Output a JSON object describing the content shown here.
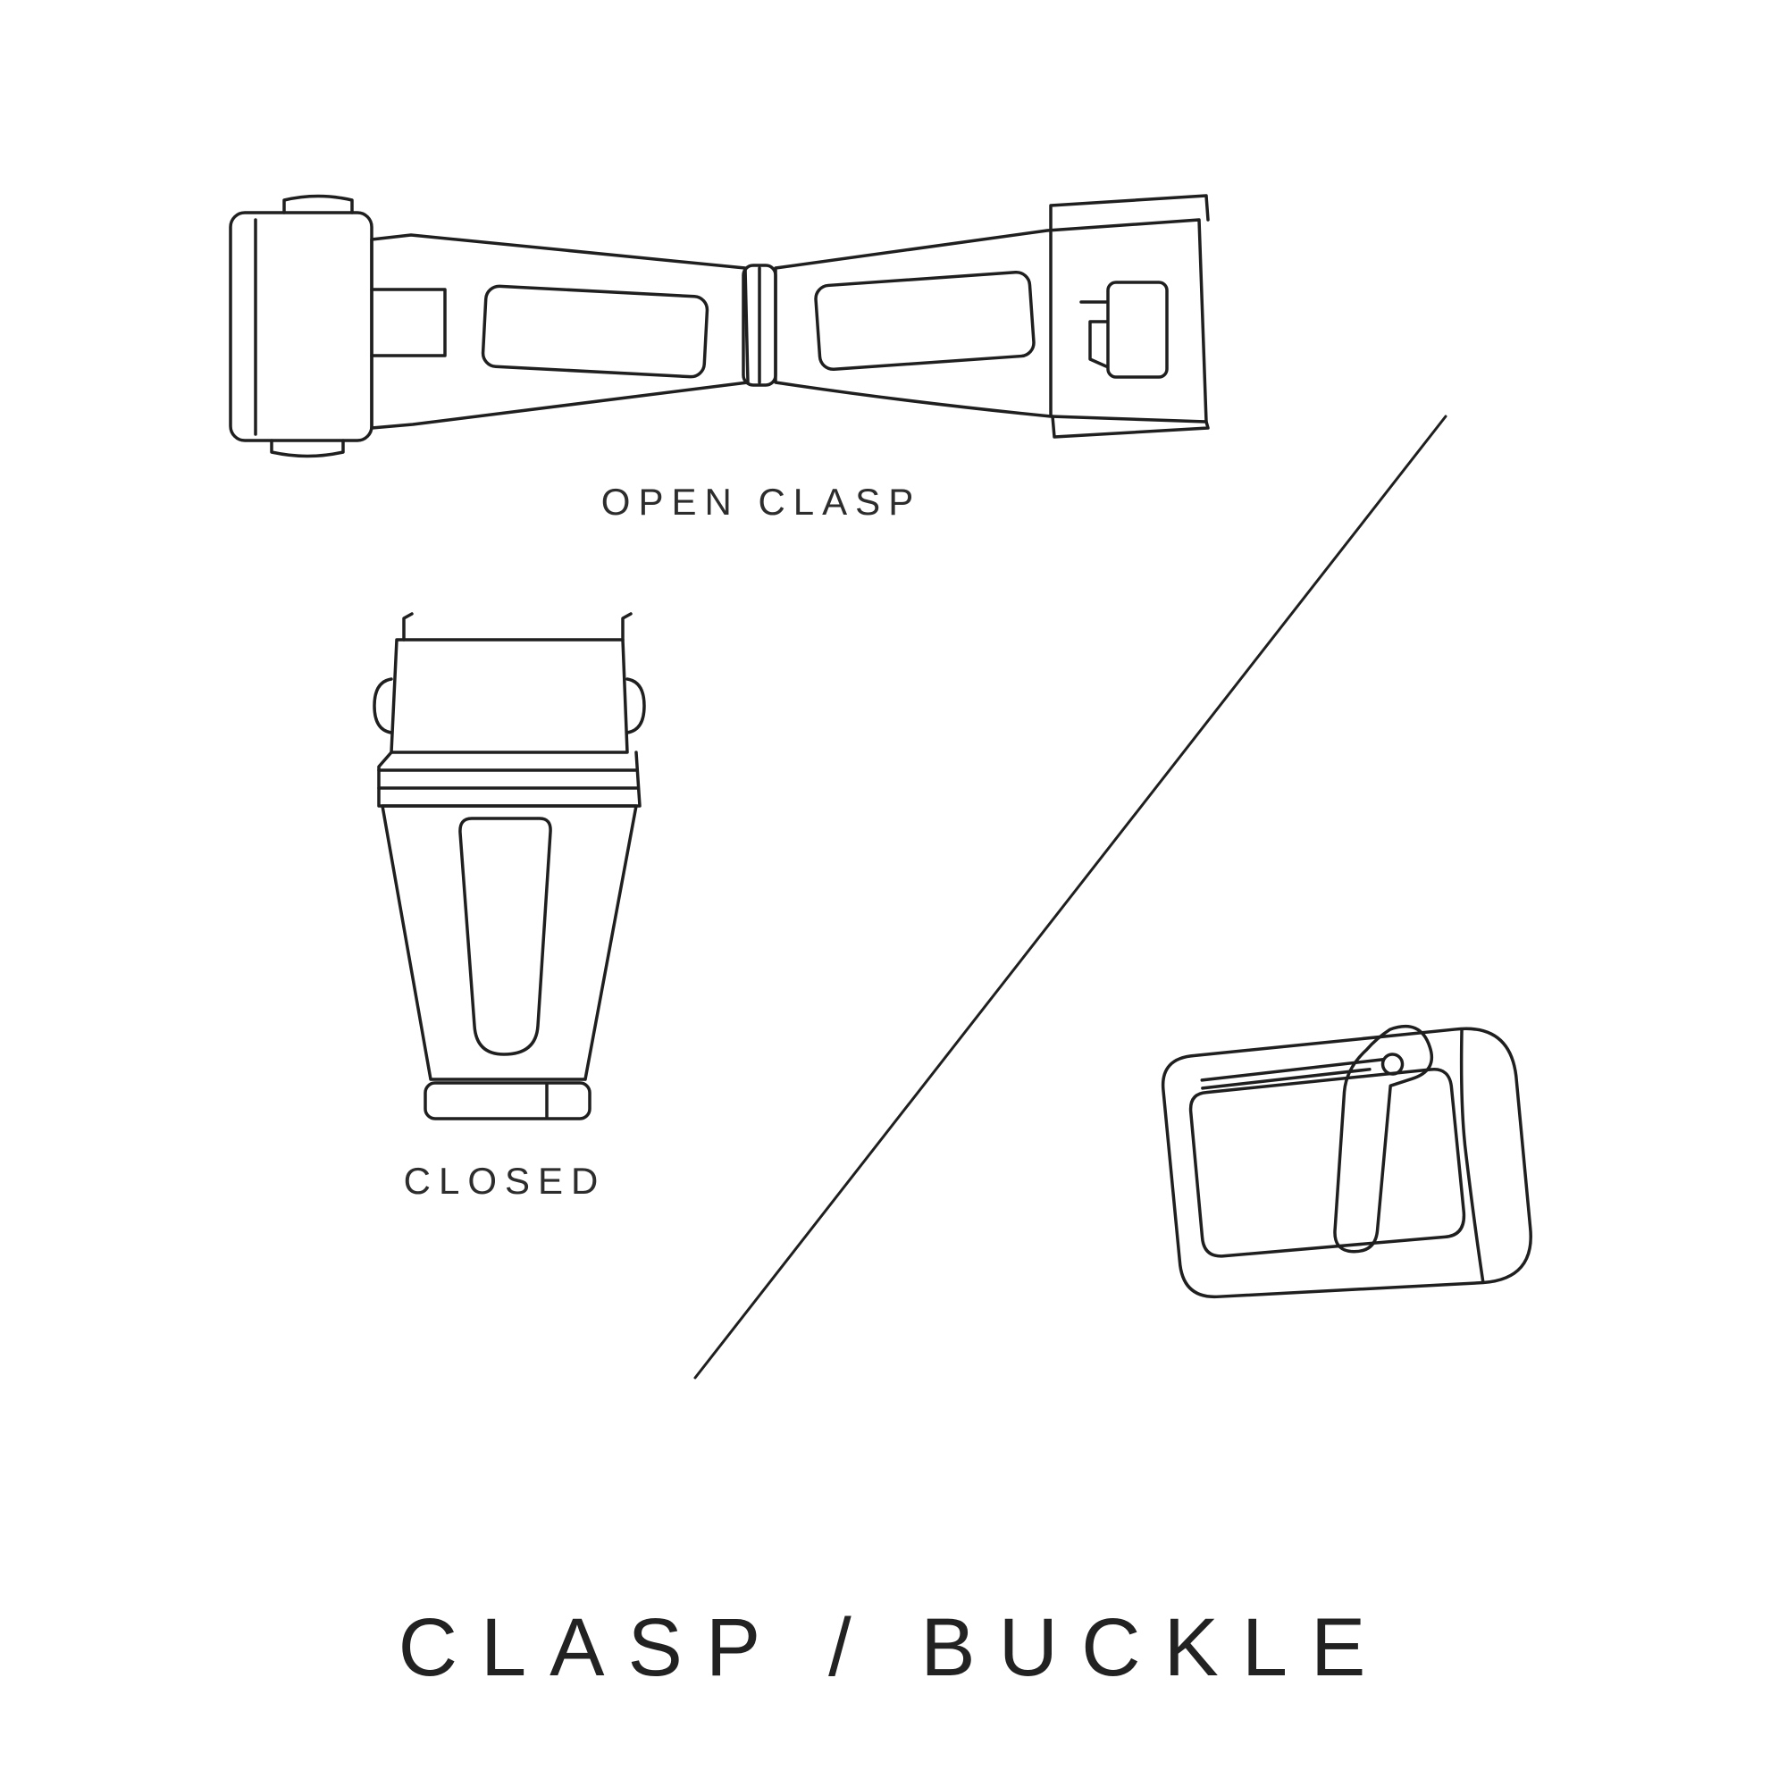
{
  "title": "CLASP / BUCKLE",
  "labels": {
    "open_clasp": "OPEN CLASP",
    "closed": "CLOSED"
  },
  "illustrations": {
    "open_clasp": "open-clasp-illustration",
    "closed_clasp": "closed-clasp-illustration",
    "tang_buckle": "tang-buckle-illustration",
    "divider": "diagonal-divider-line"
  },
  "colors": {
    "background": "#ffffff",
    "line": "#1f1f1f",
    "text": "#2d2d2d"
  }
}
